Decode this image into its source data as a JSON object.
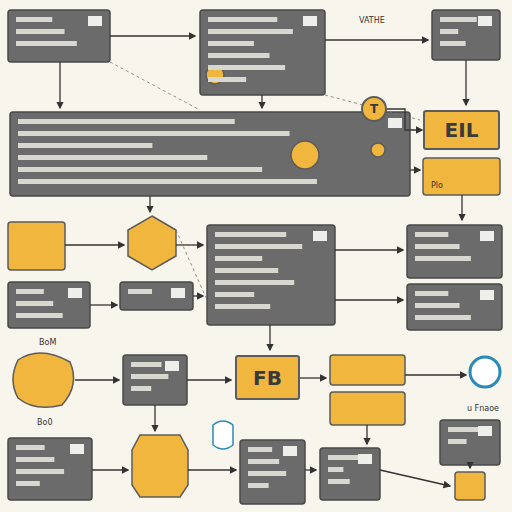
{
  "diagram": {
    "nodes": [
      {
        "text": [
          "EIL"
        ]
      },
      {
        "text": [
          "FB"
        ]
      },
      {
        "text": [
          "T"
        ]
      }
    ],
    "edges": [
      {
        "from": 2,
        "to": 0,
        "arrow": "to"
      }
    ],
    "labels": [
      "VATHE",
      "Plo",
      "BoM",
      "Bo0",
      "u Fnaoe"
    ]
  }
}
